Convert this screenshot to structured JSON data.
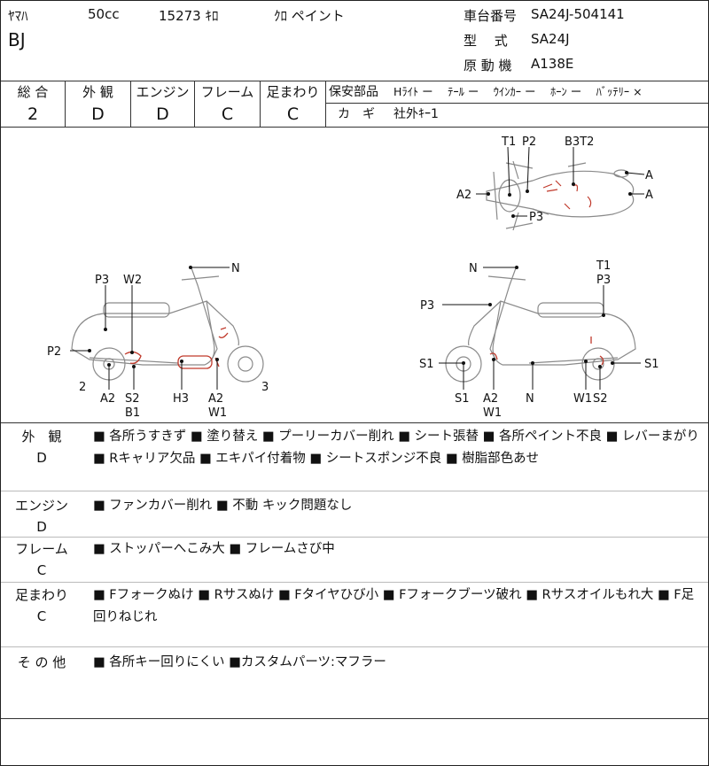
{
  "header": {
    "maker": "ﾔﾏﾊ",
    "displacement": "50cc",
    "mileage": "15273 ｷﾛ",
    "color": "ｸﾛ ペイント",
    "model_name": "BJ",
    "frame_no_label": "車台番号",
    "frame_no": "SA24J-504141",
    "type_label": "型　 式",
    "type_value": "SA24J",
    "engine_label": "原 動 機",
    "engine_value": "A138E"
  },
  "grades": {
    "headers": [
      "総 合",
      "外 観",
      "エンジン",
      "フレーム",
      "足まわり"
    ],
    "values": [
      "2",
      "D",
      "D",
      "C",
      "C"
    ]
  },
  "safety": {
    "label": "保安部品",
    "items": "Hﾗｲﾄ ー　 ﾃｰﾙ ー　 ｳｲﾝｶｰ ー　 ﾎｰﾝ ー　 ﾊﾞｯﾃﾘｰ ×",
    "key_label": "カ　ギ",
    "key_value": "社外ｷｰ1"
  },
  "diagram": {
    "top": {
      "t1": "T1",
      "p2": "P2",
      "b3t2": "B3T2",
      "a_r1": "A",
      "a_r2": "A",
      "a2": "A2",
      "p3": "P3"
    },
    "left": {
      "n": "N",
      "p3": "P3",
      "w2": "W2",
      "p2": "P2",
      "n2": "2",
      "a2": "A2",
      "s2": "S2",
      "b1": "B1",
      "h3": "H3",
      "a2b": "A2",
      "w1": "W1",
      "n3": "3"
    },
    "right": {
      "n": "N",
      "t1": "T1",
      "p3": "P3",
      "p3b": "P3",
      "s1a": "S1",
      "s1b": "S1",
      "s1c": "S1",
      "a2": "A2",
      "w1": "W1",
      "nn": "N",
      "w1b": "W1",
      "s2": "S2"
    }
  },
  "notes": [
    {
      "cat": "外　観",
      "grade": "D",
      "text": "■ 各所うすきず ■ 塗り替え ■ プーリーカバー削れ ■ シート張替 ■ 各所ペイント不良 ■ レバーまがり ■ Rキャリア欠品 ■ エキパイ付着物 ■ シートスポンジ不良 ■ 樹脂部色あせ"
    },
    {
      "cat": "エンジン",
      "grade": "D",
      "text": "■ ファンカバー削れ ■ 不動 キック問題なし"
    },
    {
      "cat": "フレーム",
      "grade": "C",
      "text": "■ ストッパーへこみ大 ■ フレームさび中"
    },
    {
      "cat": "足まわり",
      "grade": "C",
      "text": "■ Fフォークぬけ ■ Rサスぬけ ■ Fタイヤひび小 ■ Fフォークブーツ破れ ■ Rサスオイルもれ大 ■ F足回りねじれ"
    },
    {
      "cat": "そ の 他",
      "grade": "",
      "text": "■ 各所キー回りにくい ■カスタムパーツ:マフラー"
    }
  ]
}
